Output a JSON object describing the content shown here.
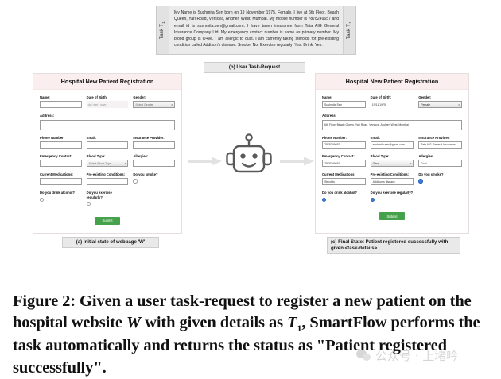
{
  "task": {
    "tag_label": "Task T",
    "tag_sub": "1",
    "text": "My Name is Sushmita Sen born on 19 November 1975, Female. I live at 6th Floor, Beach Queen, Yari Road, Versova, Andheri West, Mumbai. My mobile number is 7878249657 and email id is sushmita.sen@gmail.com. I have taken insurance from Tata AIG General Insurance Company Ltd. My emergency contact number is same as primary number. My blood group is O+ve. I am allergic to dust. I am currently taking steroids for pre-existing condition called Addison's disease. Smoke: No. Exercise regularly: Yes. Drink: Yes."
  },
  "captions": {
    "b": "(b) User Task-Request",
    "a": "(a) Initial state of webpage 'W'",
    "c": "(c) Final State: Patient registered successfully with given <task-details>"
  },
  "form": {
    "title": "Hospital New Patient Registration",
    "labels": {
      "name": "Name:",
      "dob": "Date of Birth:",
      "gender": "Gender:",
      "address": "Address:",
      "phone": "Phone Number:",
      "email": "Email:",
      "insurance": "Insurance Provider:",
      "emergency": "Emergency Contact:",
      "blood": "Blood Type:",
      "allergies": "Allergies:",
      "medications": "Current Medications:",
      "preexisting": "Pre-existing Conditions:",
      "smoke": "Do you smoke?",
      "alcohol": "Do you drink alcohol?",
      "exercise": "Do you exercise regularly?"
    },
    "submit_label": "Submit",
    "initial": {
      "name": "",
      "dob": "dd / mm / yyyy",
      "gender": "Select Gender",
      "address": "",
      "phone": "",
      "email": "",
      "insurance": "",
      "emergency": "",
      "blood": "Select Blood Type",
      "allergies": "",
      "medications": "",
      "preexisting": ""
    },
    "final": {
      "name": "Sushmita Sen",
      "dob": "19/11/1975",
      "gender": "Female",
      "address": "6th Floor, Beach Queen, Yari Road, Versova, Andheri West, Mumbai",
      "phone": "7878249657",
      "email": "sushmita.sen@gmail.com",
      "insurance": "Tata AIG General Insurance",
      "emergency": "7878249657",
      "blood": "O+ve",
      "allergies": "Dust",
      "medications": "Steroids",
      "preexisting": "Addison's disease"
    }
  },
  "figure": {
    "prefix": "Figure 2: Given a user task-request to register a new patient on the hospital website ",
    "var_w": "W",
    "mid": " with given details as ",
    "var_t": "T",
    "var_t_sub": "1",
    "suffix": ", SmartFlow performs the task automatically and returns the status as \"Patient registered successfully\"."
  },
  "watermark": {
    "text": "公众号 · 上堵吟"
  },
  "colors": {
    "header_bg": "#fbeeee",
    "submit_green": "#46a24a",
    "radio_blue": "#3b7ddd",
    "arrow_gray": "#e2e2e2",
    "robot_gray": "#5a5a5a"
  }
}
